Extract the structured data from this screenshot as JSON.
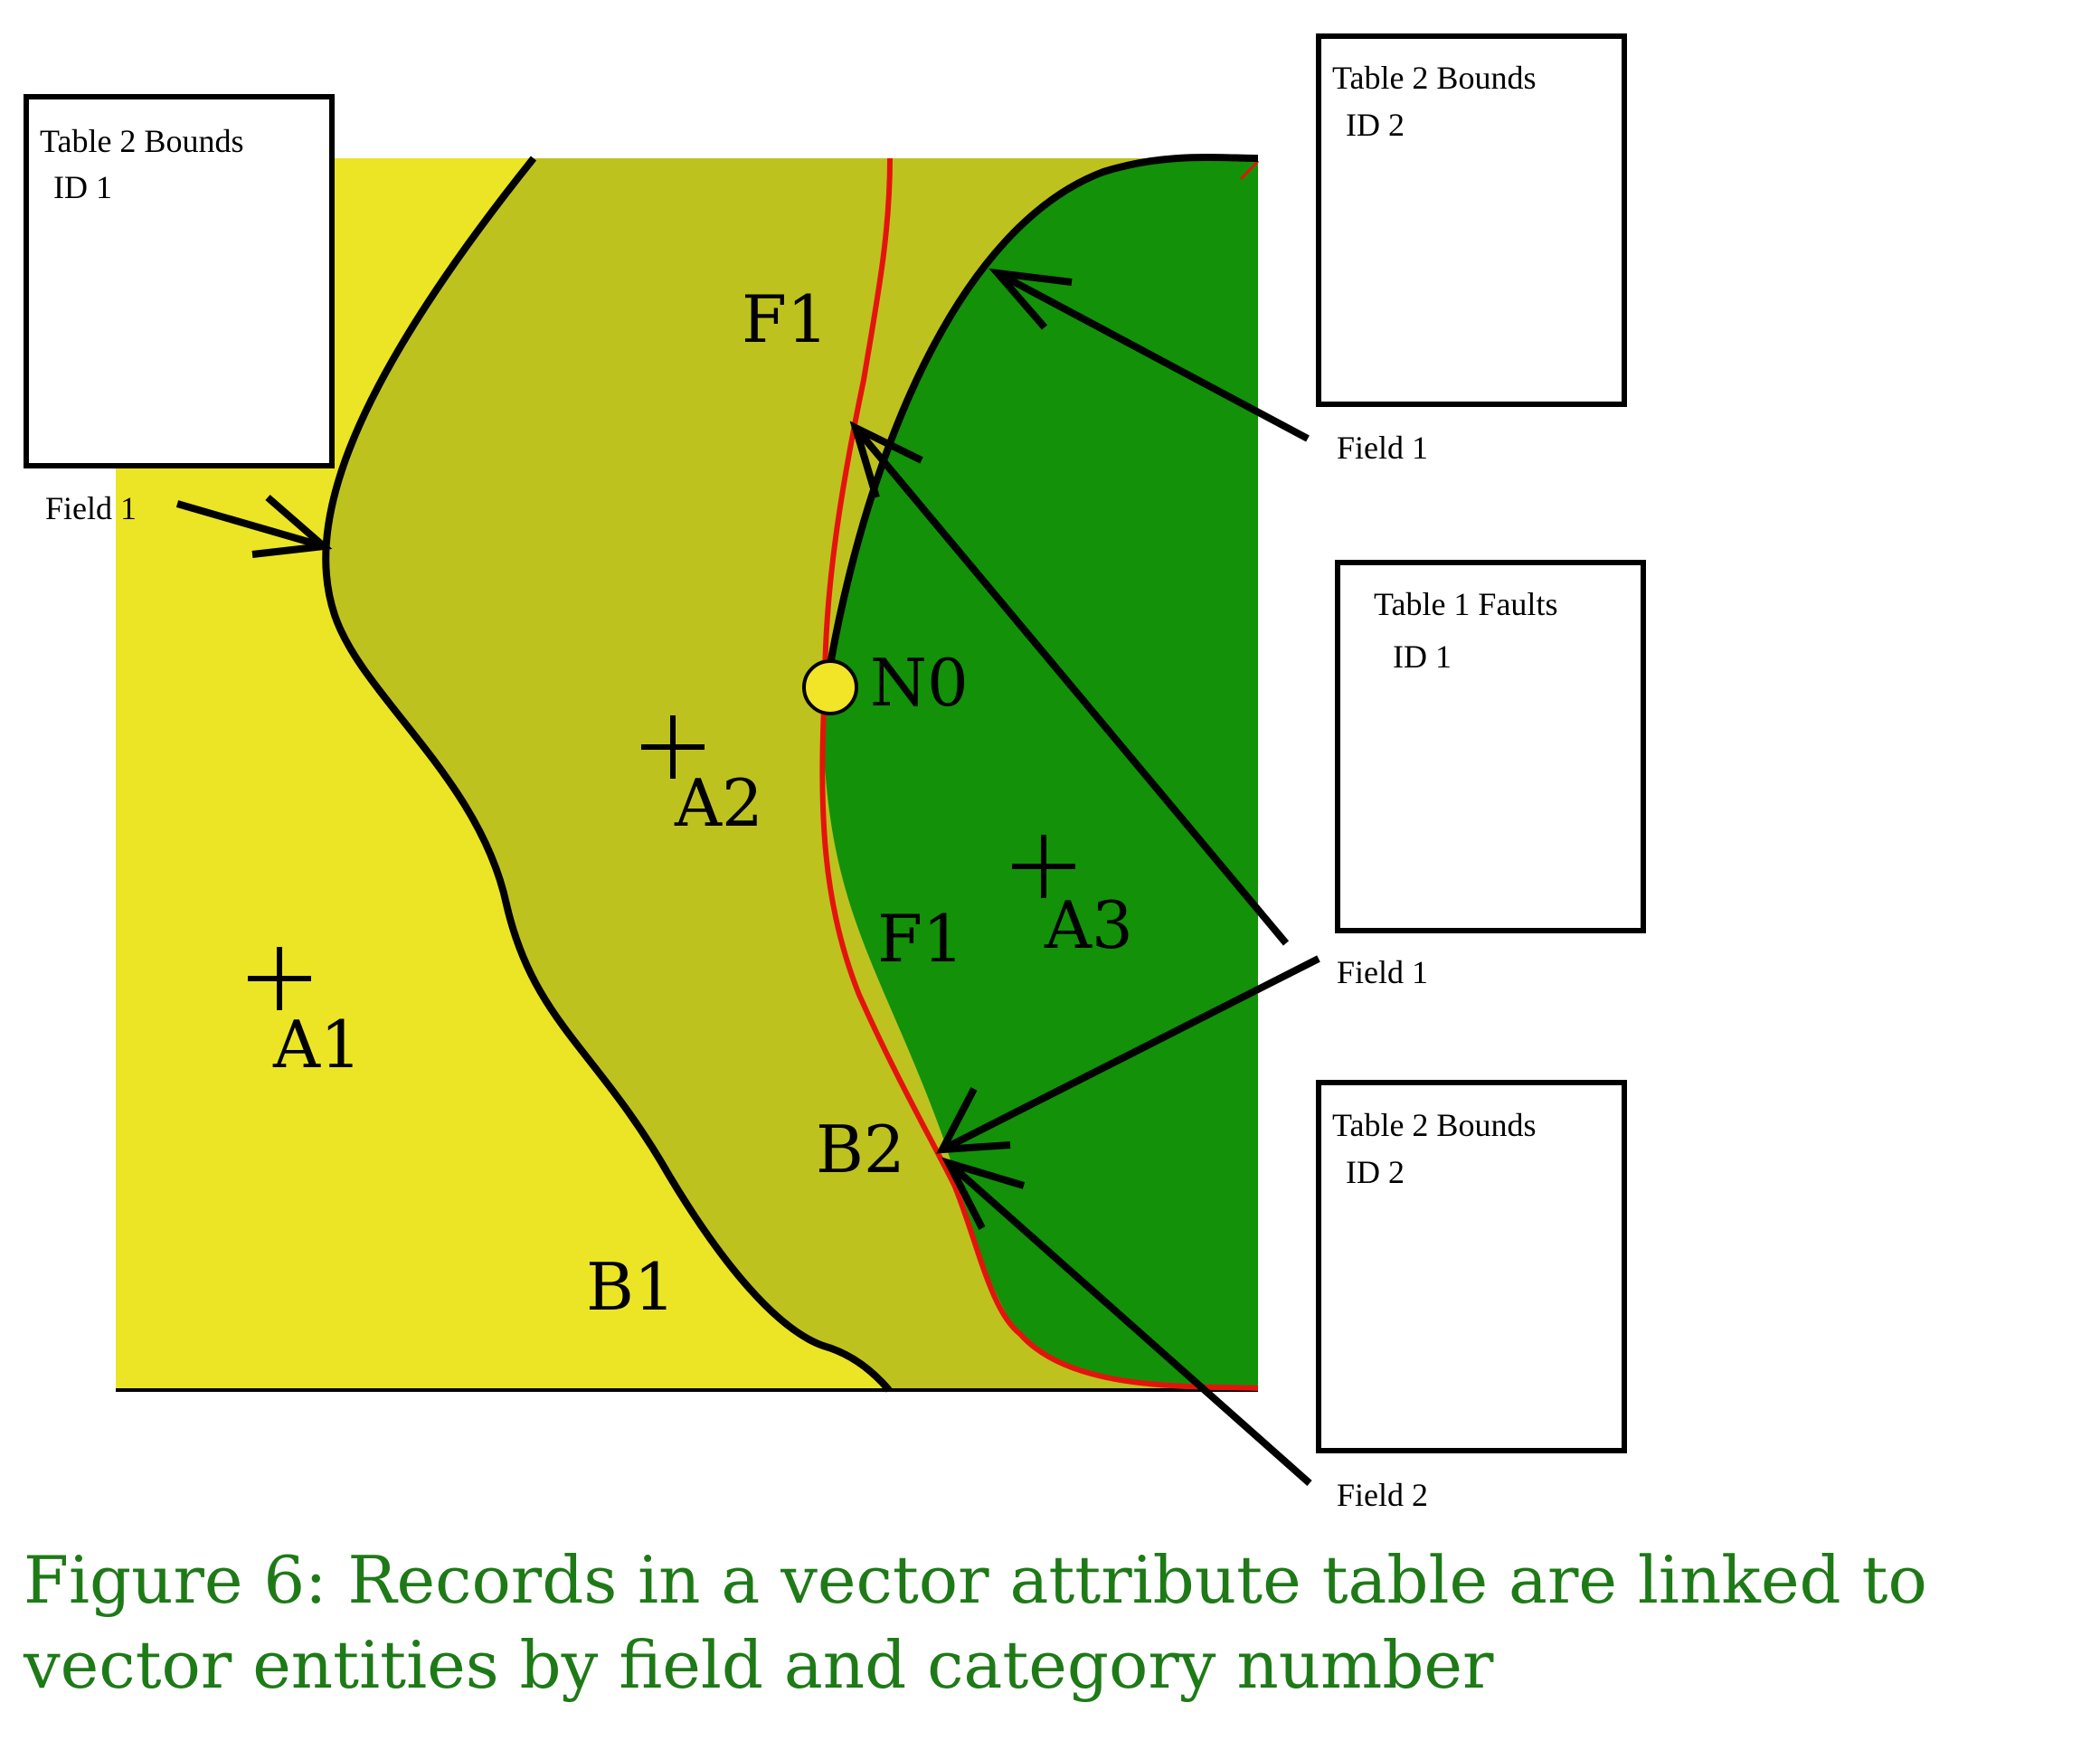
{
  "colors": {
    "area_a1": "#ebe525",
    "area_a2": "#bec21f",
    "area_a3": "#129109",
    "fault_line": "#e4140d",
    "node_fill": "#f2e528",
    "caption": "#1e7a17"
  },
  "areas": [
    {
      "id": "A1",
      "label": "A1"
    },
    {
      "id": "A2",
      "label": "A2"
    },
    {
      "id": "A3",
      "label": "A3"
    }
  ],
  "boundaries": [
    {
      "id": "B1",
      "label": "B1"
    },
    {
      "id": "B2",
      "label": "B2"
    }
  ],
  "faults": [
    {
      "label": "F1"
    },
    {
      "label": "F1"
    }
  ],
  "node": {
    "label": "N0"
  },
  "tables": [
    {
      "title": "Table 2 Bounds",
      "record": "ID 1",
      "field": "Field 1"
    },
    {
      "title": "Table 2 Bounds",
      "record": "ID 2",
      "field": "Field 1"
    },
    {
      "title": "Table 1 Faults",
      "record": "ID 1",
      "field": "Field 1"
    },
    {
      "title": "Table 2 Bounds",
      "record": "ID 2",
      "field": "Field 2"
    }
  ],
  "caption": {
    "text": "Figure 6: Records in a vector attribute table are linked to vector entities by field and category number"
  }
}
